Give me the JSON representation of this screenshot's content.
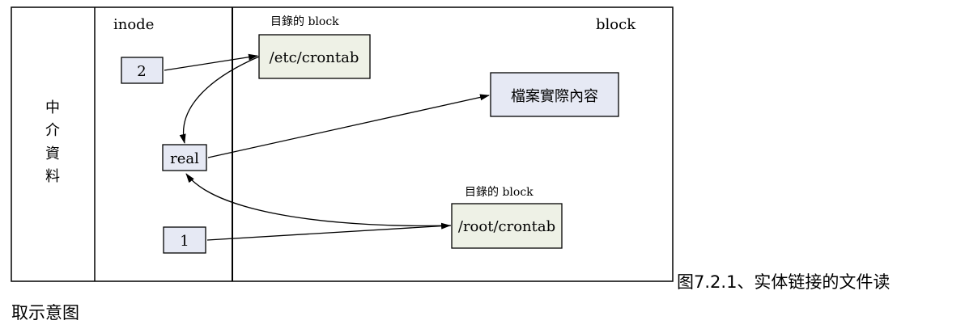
{
  "diagram": {
    "side_label": [
      "中",
      "介",
      "資",
      "料"
    ],
    "inode_header": "inode",
    "block_header": "block",
    "dir_block_label_top": "目錄的 block",
    "dir_block_label_bottom": "目錄的 block",
    "etc_crontab": "/etc/crontab",
    "root_crontab": "/root/crontab",
    "file_content": "檔案實際內容",
    "inode_2": "2",
    "inode_real": "real",
    "inode_1": "1",
    "colors": {
      "box_blue": "#e6e9f4",
      "box_green": "#eef1e6",
      "stroke": "#000000"
    }
  },
  "caption": {
    "line1": "图7.2.1、实体链接的文件读",
    "line2": "取示意图"
  }
}
